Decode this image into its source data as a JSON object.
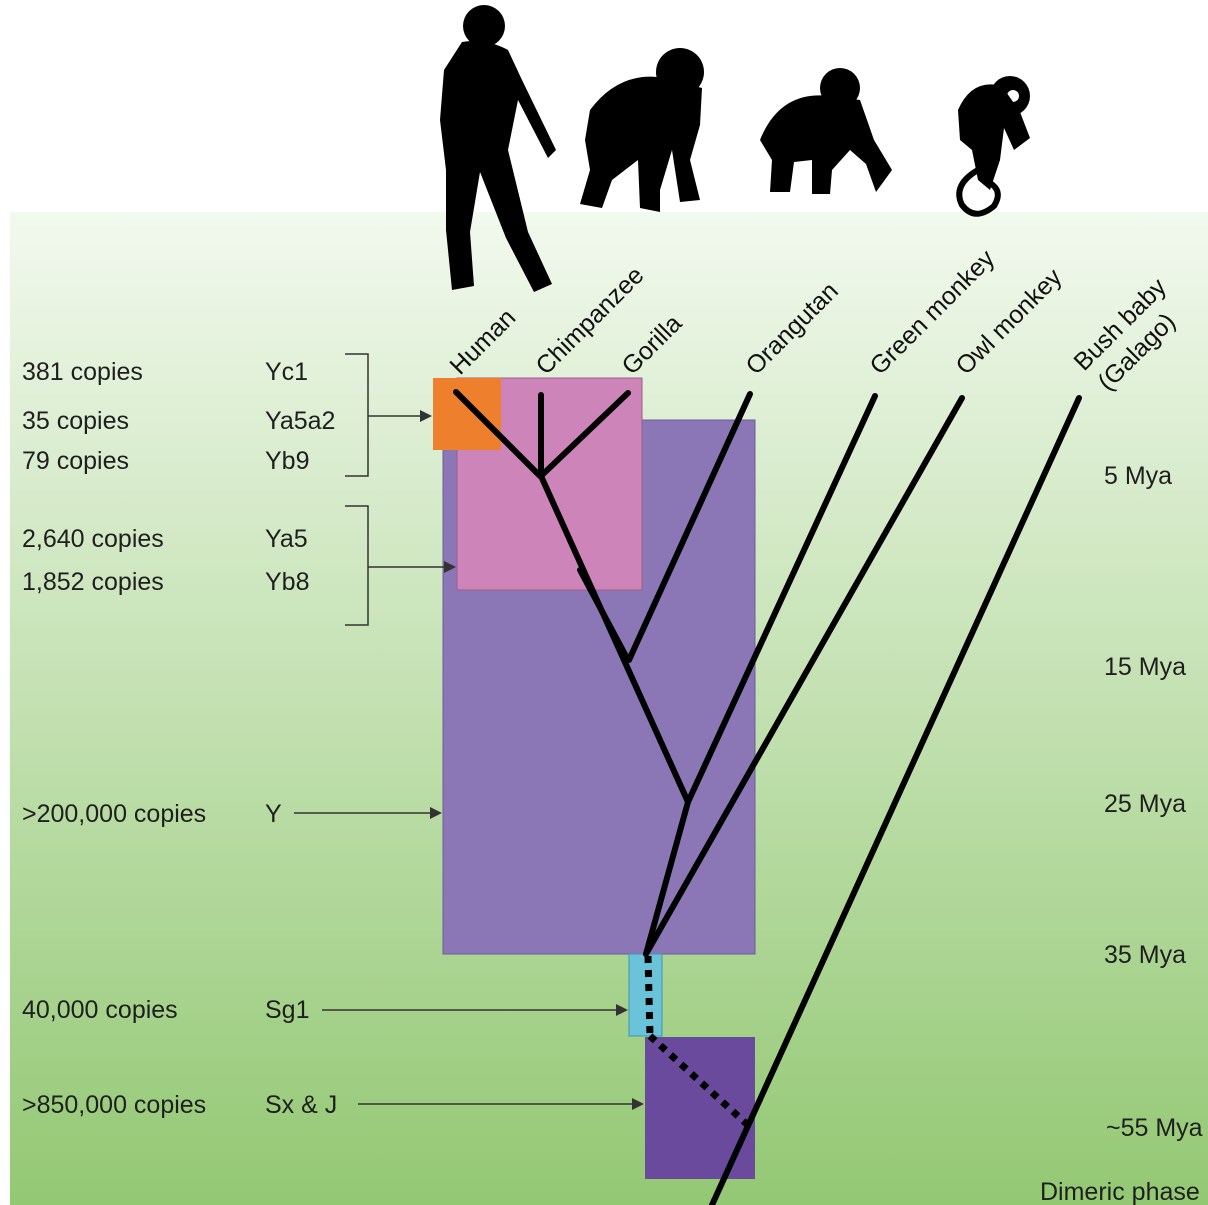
{
  "taxa": [
    "Human",
    "Chimpanzee",
    "Gorilla",
    "Orangutan",
    "Green monkey",
    "Owl monkey",
    "Bush baby",
    "(Galago)"
  ],
  "time_scale": [
    "5 Mya",
    "15 Mya",
    "25 Mya",
    "35 Mya",
    "~55 Mya",
    "Dimeric phase"
  ],
  "subfamilies": [
    {
      "copies": "381 copies",
      "name": "Yc1"
    },
    {
      "copies": "35 copies",
      "name": "Ya5a2"
    },
    {
      "copies": "79 copies",
      "name": "Yb9"
    },
    {
      "copies": "2,640 copies",
      "name": "Ya5"
    },
    {
      "copies": "1,852 copies",
      "name": "Yb8"
    },
    {
      "copies": ">200,000 copies",
      "name": "Y"
    },
    {
      "copies": "40,000 copies",
      "name": "Sg1"
    },
    {
      "copies": ">850,000 copies",
      "name": "Sx & J"
    }
  ],
  "colors": {
    "background_top": "#f1f8ec",
    "background_bottom": "#97c977",
    "human_box": "#ee7f2c",
    "african_ape_box": "#cd84b9",
    "y_box": "#8b77b5",
    "sg_box": "#6bc3da",
    "sxj_box": "#6a4a9c",
    "branches": "#000000"
  },
  "icons": [
    "human-silhouette-icon",
    "chimpanzee-silhouette-icon",
    "gorilla-silhouette-icon",
    "monkey-silhouette-icon"
  ]
}
